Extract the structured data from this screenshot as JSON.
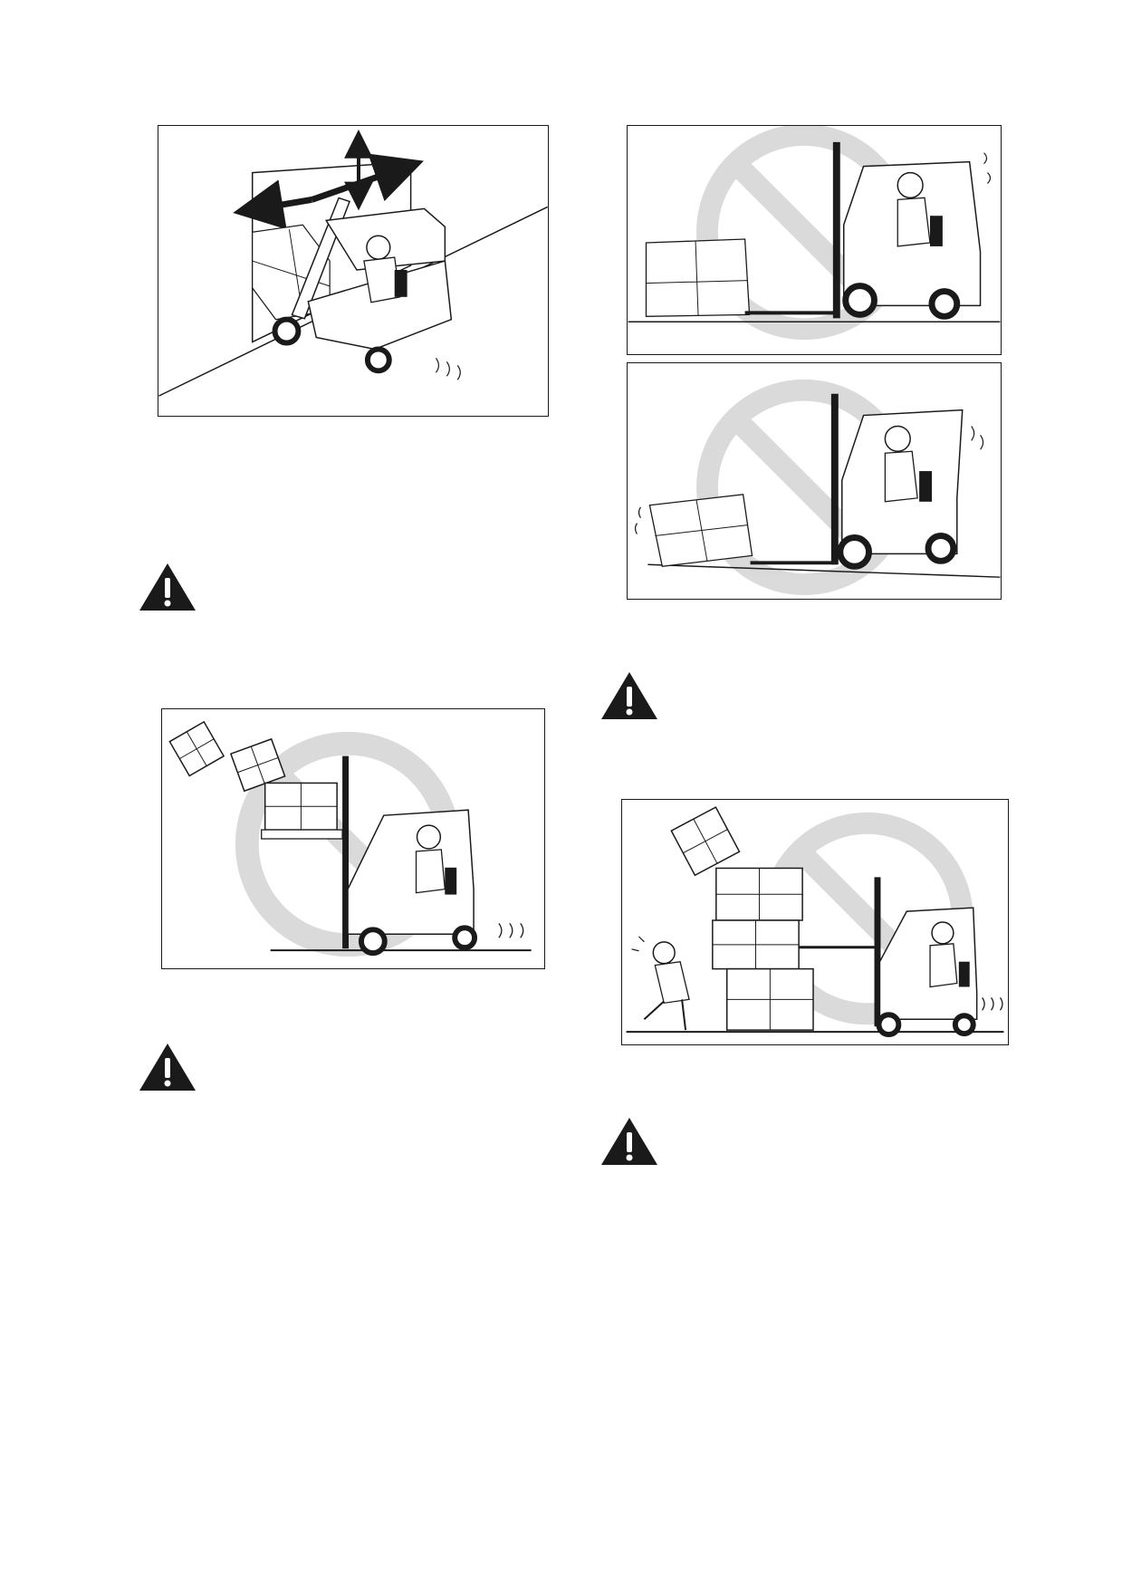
{
  "page": {
    "figures": [
      {
        "id": "fig-wall-clearance",
        "icon": "forklift-maneuvering-at-wall-illustration"
      },
      {
        "id": "fig-prohibited-pushing",
        "icon": "prohibited-pushing-load-with-forks-illustration"
      },
      {
        "id": "fig-prohibited-dragging",
        "icon": "prohibited-dragging-load-illustration"
      },
      {
        "id": "fig-prohibited-falling-load",
        "icon": "prohibited-unstable-load-falling-illustration"
      },
      {
        "id": "fig-prohibited-stack-collapse",
        "icon": "prohibited-stack-collapse-on-person-illustration"
      }
    ],
    "warnings": [
      {
        "icon": "warning-triangle-icon"
      },
      {
        "icon": "warning-triangle-icon"
      },
      {
        "icon": "warning-triangle-icon"
      },
      {
        "icon": "warning-triangle-icon"
      }
    ],
    "colors": {
      "ink": "#1a1a1a",
      "prohibition_gray": "#c8c8c8"
    }
  }
}
